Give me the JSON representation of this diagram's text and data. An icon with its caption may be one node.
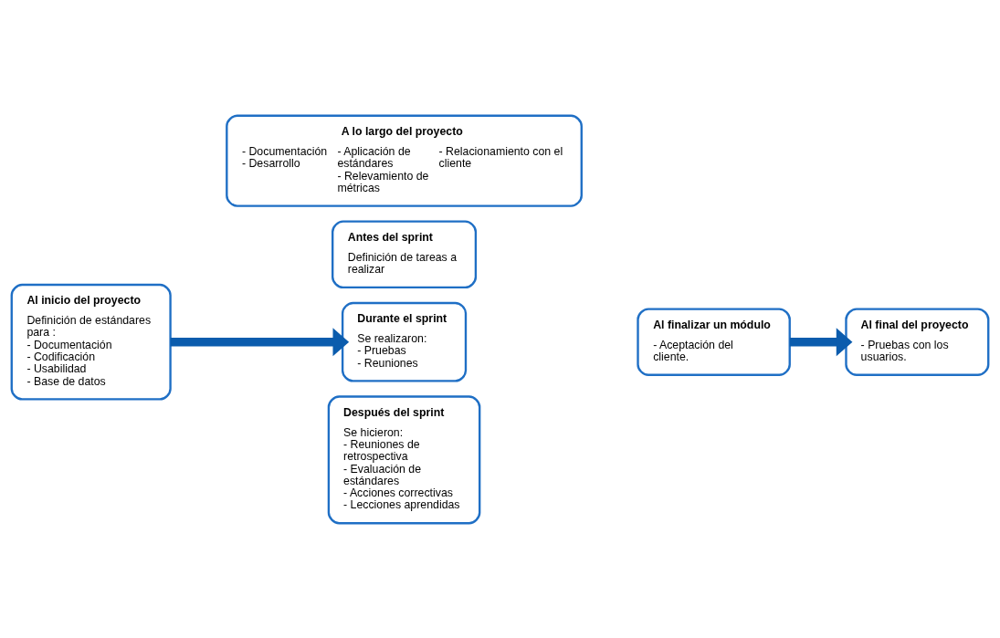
{
  "diagram": {
    "nodes": [
      {
        "text": [
          "A lo largo del proyecto",
          "- Documentación - Desarrollo",
          "- Aplicación de estándares - Relevamiento de métricas",
          "- Relacionamiento con el cliente"
        ]
      },
      {
        "text": [
          "Antes del sprint",
          "Definición de tareas a realizar"
        ]
      },
      {
        "text": [
          "Al inicio del proyecto",
          "Definición de estándares para : - Documentación - Codificación - Usabilidad - Base de datos"
        ]
      },
      {
        "text": [
          "Durante el sprint",
          "Se realizaron: - Pruebas - Reuniones"
        ]
      },
      {
        "text": [
          "Al finalizar un módulo",
          "- Aceptación del cliente."
        ]
      },
      {
        "text": [
          "Al final del proyecto",
          "- Pruebas con los usuarios."
        ]
      },
      {
        "text": [
          "Después del sprint",
          "Se hicieron: - Reuniones de retrospectiva - Evaluación de estándares - Acciones correctivas - Lecciones aprendidas"
        ]
      }
    ],
    "edges": [
      {
        "from": 2,
        "to": 3,
        "arrow": "to"
      },
      {
        "from": 4,
        "to": 5,
        "arrow": "to"
      }
    ]
  }
}
